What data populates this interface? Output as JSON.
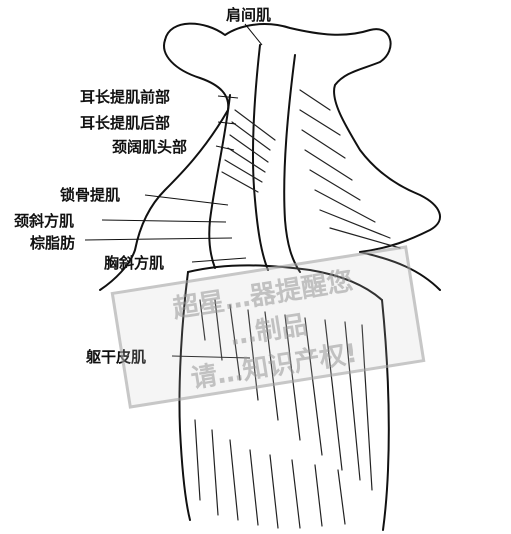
{
  "labels": {
    "trapezius_top": "肩间肌",
    "ear_anterior": "耳长提肌前部",
    "ear_posterior": "耳长提肌后部",
    "cervical_head": "颈阔肌头部",
    "clavicle_lifter": "锁骨提肌",
    "neck_oblique": "颈斜方肌",
    "brown_fat": "棕脂肪",
    "chest_oblique": "胸斜方肌",
    "trunk_cutaneous": "躯干皮肌"
  },
  "watermark": {
    "line1": "超星…器提醒您",
    "line2": "…制品",
    "line3": "请…知识产权!"
  },
  "colors": {
    "ink": "#111111",
    "paper": "#ffffff",
    "watermark": "#9a9a9a"
  }
}
